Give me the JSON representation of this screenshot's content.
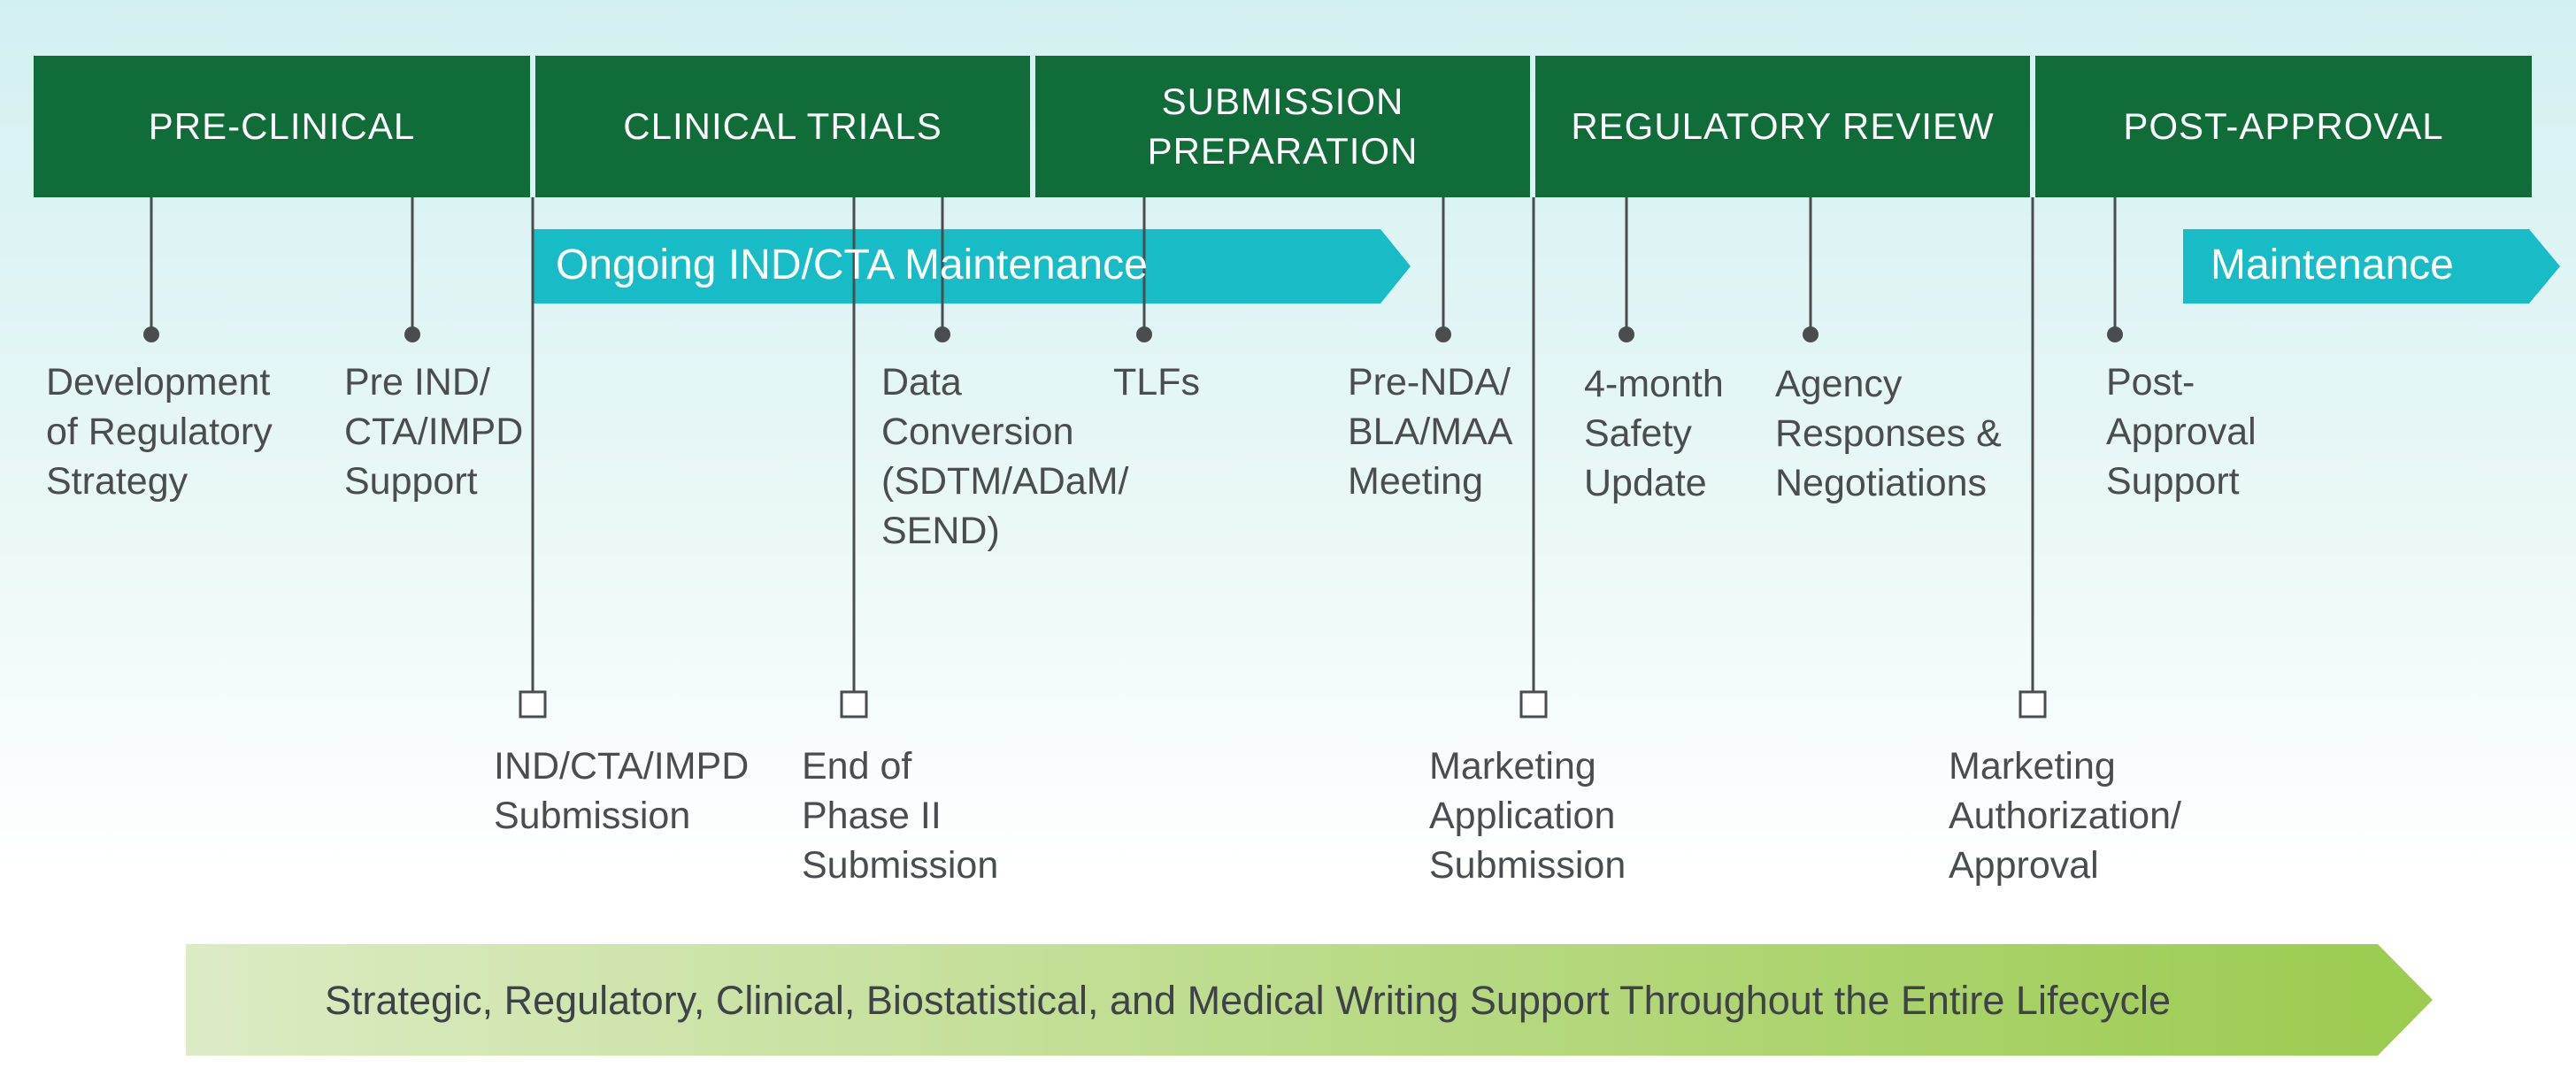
{
  "phases": [
    {
      "label": "PRE-CLINICAL"
    },
    {
      "label": "CLINICAL TRIALS"
    },
    {
      "label": "SUBMISSION\nPREPARATION"
    },
    {
      "label": "REGULATORY REVIEW"
    },
    {
      "label": "POST-APPROVAL"
    }
  ],
  "arrows": {
    "ongoing": "Ongoing IND/CTA Maintenance",
    "maintenance": "Maintenance"
  },
  "activities": [
    {
      "label": "Development\nof Regulatory\nStrategy"
    },
    {
      "label": "Pre IND/\nCTA/IMPD\nSupport"
    },
    {
      "label": "Data\nConversion\n(SDTM/ADaM/\nSEND)"
    },
    {
      "label": "TLFs"
    },
    {
      "label": "Pre-NDA/\nBLA/MAA\nMeeting"
    },
    {
      "label": "4-month\nSafety\nUpdate"
    },
    {
      "label": "Agency\nResponses &\nNegotiations"
    },
    {
      "label": "Post-\nApproval\nSupport"
    }
  ],
  "milestones": [
    {
      "label": "IND/CTA/IMPD\nSubmission"
    },
    {
      "label": "End of\nPhase II\nSubmission"
    },
    {
      "label": "Marketing\nApplication\nSubmission"
    },
    {
      "label": "Marketing\nAuthorization/\nApproval"
    }
  ],
  "banner": "Strategic, Regulatory, Clinical, Biostatistical, and Medical Writing Support Throughout the Entire Lifecycle",
  "colors": {
    "phase_green": "#106c38",
    "teal": "#17bcc6",
    "connector": "#4a4d50",
    "banner_start": "#dcebc4",
    "banner_end": "#9bcb4f"
  }
}
